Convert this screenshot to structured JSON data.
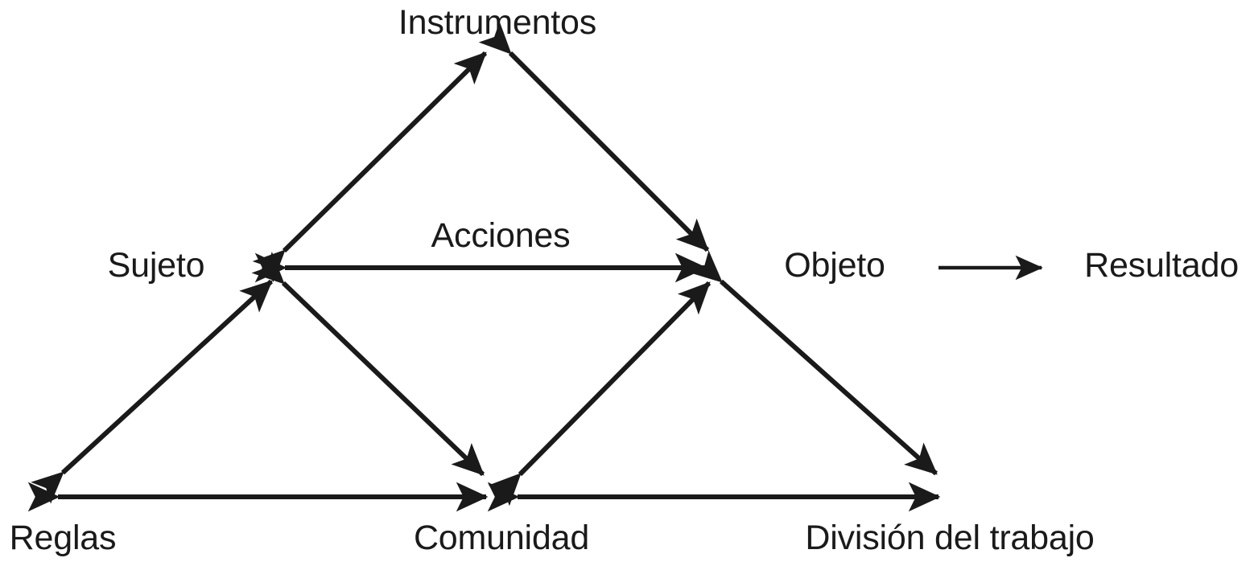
{
  "diagram": {
    "type": "activity-system-triangle",
    "language": "es",
    "background_color": "#ffffff",
    "ink_color": "#1a1a1a",
    "nodes": [
      {
        "id": "instrumentos",
        "label": "Instrumentos"
      },
      {
        "id": "sujeto",
        "label": "Sujeto"
      },
      {
        "id": "objeto",
        "label": "Objeto"
      },
      {
        "id": "resultado",
        "label": "Resultado"
      },
      {
        "id": "reglas",
        "label": "Reglas"
      },
      {
        "id": "comunidad",
        "label": "Comunidad"
      },
      {
        "id": "division",
        "label": "División del trabajo"
      }
    ],
    "edge_labels": [
      {
        "id": "acciones",
        "label": "Acciones"
      }
    ],
    "edges": [
      {
        "from": "sujeto",
        "to": "instrumentos",
        "arrowheads": "both"
      },
      {
        "from": "instrumentos",
        "to": "objeto",
        "arrowheads": "both"
      },
      {
        "from": "sujeto",
        "to": "objeto",
        "arrowheads": "both",
        "label": "Acciones"
      },
      {
        "from": "reglas",
        "to": "sujeto",
        "arrowheads": "both"
      },
      {
        "from": "sujeto",
        "to": "comunidad",
        "arrowheads": "both"
      },
      {
        "from": "comunidad",
        "to": "objeto",
        "arrowheads": "both"
      },
      {
        "from": "objeto",
        "to": "division",
        "arrowheads": "both"
      },
      {
        "from": "reglas",
        "to": "comunidad",
        "arrowheads": "both"
      },
      {
        "from": "comunidad",
        "to": "division",
        "arrowheads": "both"
      },
      {
        "from": "objeto",
        "to": "resultado",
        "arrowheads": "end"
      }
    ]
  }
}
